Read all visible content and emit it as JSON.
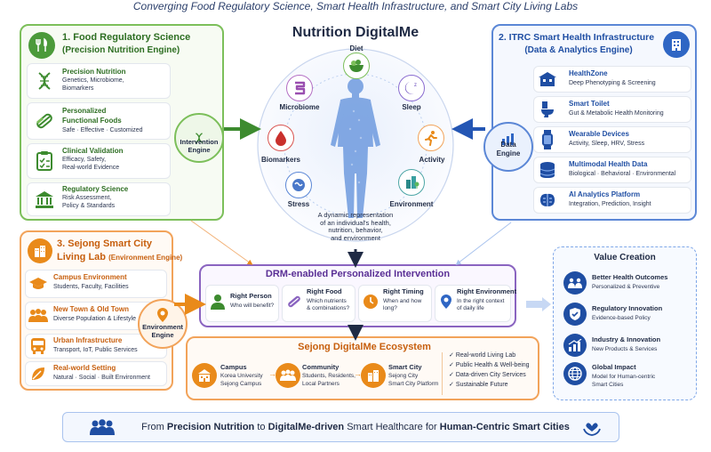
{
  "page_title": "Converging Food Regulatory Science, Smart Health Infrastructure, and Smart City Living Labs",
  "center": {
    "title": "Nutrition DigitalMe",
    "nodes": [
      "Diet",
      "Sleep",
      "Activity",
      "Environment",
      "Stress",
      "Biomarkers",
      "Microbiome"
    ],
    "caption": [
      "A dynamic representation",
      "of an individual's health,",
      "nutrition, behavior,",
      "and environment"
    ]
  },
  "food": {
    "title": "1. Food Regulatory Science",
    "subtitle": "(Precision Nutrition Engine)",
    "items": [
      {
        "title": "Precision Nutrition",
        "lines": [
          "Genetics, Microbiome,",
          "Biomarkers"
        ]
      },
      {
        "title": "Personalized",
        "title2": "Functional Foods",
        "lines": [
          "Safe · Effective · Customized"
        ]
      },
      {
        "title": "Clinical Validation",
        "lines": [
          "Efficacy, Safety,",
          "Real-world Evidence"
        ]
      },
      {
        "title": "Regulatory Science",
        "lines": [
          "Risk Assessment,",
          "Policy & Standards"
        ]
      }
    ],
    "engine": [
      "Intervention",
      "Engine"
    ]
  },
  "itrc": {
    "title": "2. ITRC Smart Health Infrastructure",
    "subtitle": "(Data & Analytics Engine)",
    "items": [
      {
        "title": "HealthZone",
        "lines": [
          "Deep Phenotyping & Screening"
        ]
      },
      {
        "title": "Smart Toilet",
        "lines": [
          "Gut & Metabolic Health Monitoring"
        ]
      },
      {
        "title": "Wearable Devices",
        "lines": [
          "Activity, Sleep, HRV, Stress"
        ]
      },
      {
        "title": "Multimodal Health Data",
        "lines": [
          "Biological · Behavioral · Environmental"
        ]
      },
      {
        "title": "AI Analytics Platform",
        "lines": [
          "Integration, Prediction, Insight"
        ]
      }
    ],
    "engine": [
      "Data",
      "Engine"
    ]
  },
  "sejong": {
    "title": "3. Sejong Smart City",
    "title2": "Living Lab",
    "title2_suffix": "(Environment Engine)",
    "items": [
      {
        "title": "Campus Environment",
        "lines": [
          "Students, Faculty, Facilities"
        ]
      },
      {
        "title": "New Town & Old Town",
        "lines": [
          "Diverse Population & Lifestyle"
        ]
      },
      {
        "title": "Urban Infrastructure",
        "lines": [
          "Transport, IoT, Public Services"
        ]
      },
      {
        "title": "Real-world Setting",
        "lines": [
          "Natural · Social · Built Environment"
        ]
      }
    ],
    "engine": [
      "Environment",
      "Engine"
    ]
  },
  "drm": {
    "title": "DRM-enabled Personalized Intervention",
    "items": [
      {
        "title": "Right Person",
        "lines": [
          "Who will benefit?"
        ]
      },
      {
        "title": "Right Food",
        "lines": [
          "Which nutrients",
          "& combinations?"
        ]
      },
      {
        "title": "Right Timing",
        "lines": [
          "When and how",
          "long?"
        ]
      },
      {
        "title": "Right Environment",
        "lines": [
          "In the right context",
          "of daily life"
        ]
      }
    ]
  },
  "ecosystem": {
    "title": "Sejong DigitalMe Ecosystem",
    "items": [
      {
        "title": "Campus",
        "lines": [
          "Korea University",
          "Sejong Campus"
        ]
      },
      {
        "title": "Community",
        "lines": [
          "Students, Residents,",
          "Local Partners"
        ]
      },
      {
        "title": "Smart City",
        "lines": [
          "Sejong City",
          "Smart City Platform"
        ]
      }
    ],
    "checks": [
      "Real-world Living Lab",
      "Public Health & Well-being",
      "Data-driven City Services",
      "Sustainable Future"
    ]
  },
  "value": {
    "title": "Value Creation",
    "items": [
      {
        "title": "Better Health Outcomes",
        "lines": [
          "Personalized & Preventive"
        ]
      },
      {
        "title": "Regulatory Innovation",
        "lines": [
          "Evidence-based Policy"
        ]
      },
      {
        "title": "Industry & Innovation",
        "lines": [
          "New Products & Services"
        ]
      },
      {
        "title": "Global Impact",
        "lines": [
          "Model for Human-centric",
          "Smart Cities"
        ]
      }
    ]
  },
  "footer": {
    "p1": "From ",
    "p2": "Precision Nutrition",
    "p3": " to ",
    "p4": "DigitalMe-driven",
    "p5": " Smart Healthcare for ",
    "p6": "Human-Centric Smart Cities"
  },
  "colors": {
    "green": "#3d8b2f",
    "blue": "#2456b4",
    "orange": "#e0771e",
    "purple": "#6a3fa0",
    "navy": "#1f2a44"
  }
}
